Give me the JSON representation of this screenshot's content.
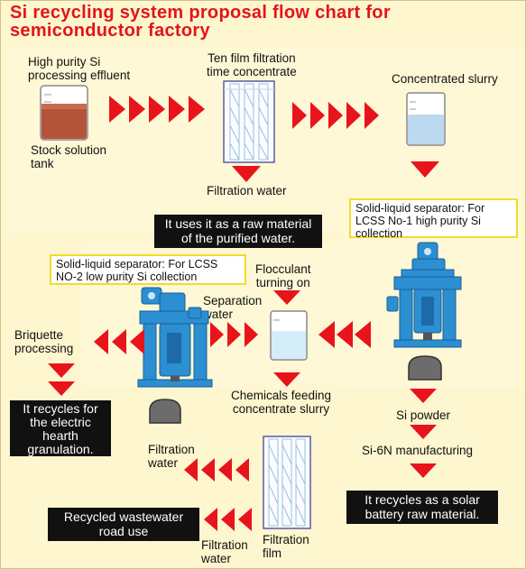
{
  "title_line1": "Si recycling system proposal flow chart for",
  "title_line2": "semiconductor factory",
  "labels": {
    "effluent_1": "High purity Si",
    "effluent_2": "processing effluent",
    "stock_1": "Stock solution",
    "stock_2": "tank",
    "filtration_top_1": "Ten film filtration",
    "filtration_top_2": "time concentrate",
    "slurry": "Concentrated slurry",
    "filtration_water": "Filtration water",
    "flocculant_1": "Flocculant",
    "flocculant_2": "turning on",
    "separation_1": "Separation",
    "separation_2": "water",
    "briquette_1": "Briquette",
    "briquette_2": "processing",
    "chemicals_1": "Chemicals feeding",
    "chemicals_2": "concentrate slurry",
    "si_powder": "Si powder",
    "si6n": "Si-6N manufacturing",
    "filtration_water_left_1": "Filtration",
    "filtration_water_left_2": "water",
    "filtration_water_bottom_1": "Filtration",
    "filtration_water_bottom_2": "water",
    "filtration_film_1": "Filtration",
    "filtration_film_2": "film"
  },
  "boxed": {
    "sep1_1": "Solid-liquid separator: For",
    "sep1_2": "LCSS  No-1 high purity Si",
    "sep1_3": "collection",
    "sep2_1": "Solid-liquid separator: For LCSS",
    "sep2_2": "NO-2 low purity Si collection"
  },
  "black_boxes": {
    "raw_1": "It uses it as a raw material",
    "raw_2": "of the purified water.",
    "hearth_1": "It recycles for",
    "hearth_2": "the electric",
    "hearth_3": "hearth",
    "hearth_4": "granulation.",
    "solar_1": "It recycles as a solar",
    "solar_2": "battery raw material.",
    "road_1": "Recycled wastewater",
    "road_2": "road use"
  },
  "colors": {
    "title": "#e4141b",
    "arrow": "#e8141c",
    "machine_blue": "#2b8fd2",
    "background": "#fdf6cf",
    "box_border": "#f2dc2a"
  },
  "icons": [
    "beaker-icon",
    "filter-icon",
    "separator-machine-icon",
    "si-cake-icon",
    "arrow-right-icon",
    "arrow-down-icon",
    "arrow-left-icon"
  ]
}
